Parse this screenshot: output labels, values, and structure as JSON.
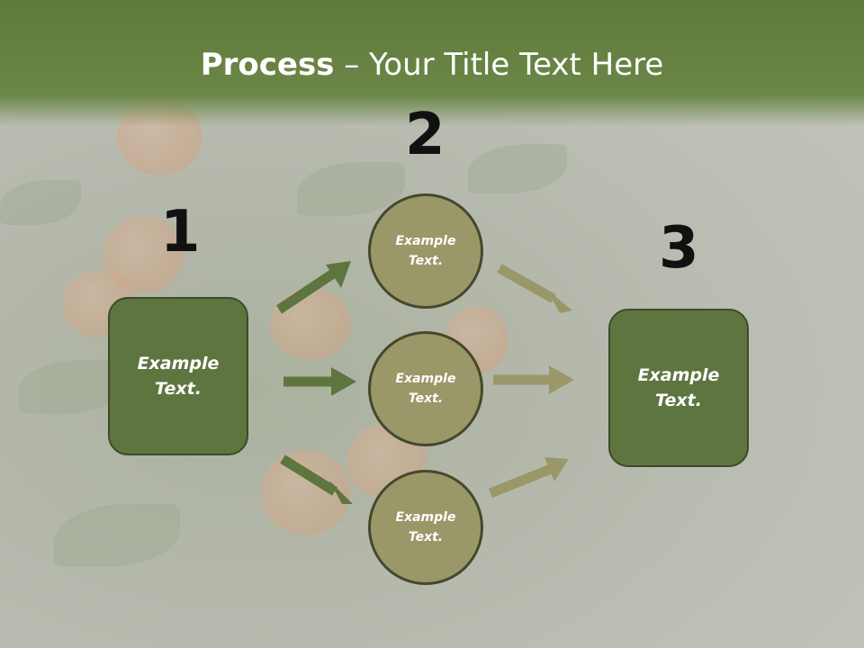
{
  "title": {
    "bold": "Process",
    "rest": " – Your Title Text Here"
  },
  "steps": [
    {
      "number": "1",
      "label_line1": "Example",
      "label_line2": "Text."
    },
    {
      "number": "2"
    },
    {
      "number": "3",
      "label_line1": "Example",
      "label_line2": "Text."
    }
  ],
  "circles": [
    {
      "label_line1": "Example",
      "label_line2": "Text."
    },
    {
      "label_line1": "Example",
      "label_line2": "Text."
    },
    {
      "label_line1": "Example",
      "label_line2": "Text."
    }
  ],
  "colors": {
    "header": "#6b8646",
    "box_fill": "#5f7540",
    "circle_fill": "#9a9868",
    "arrow_dark": "#5f7540",
    "arrow_light": "#9a9868"
  }
}
